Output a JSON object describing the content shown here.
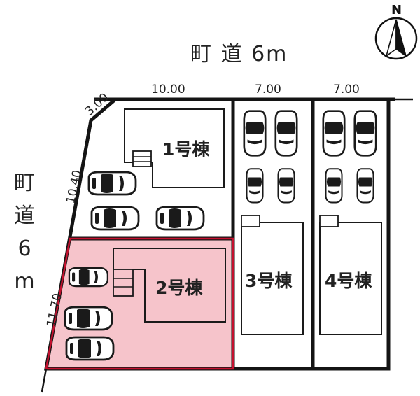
{
  "roads": {
    "top_label": "町 道 6m",
    "left_label": [
      "町",
      "道",
      "6",
      "m"
    ]
  },
  "dimensions": {
    "top": [
      "10.00",
      "7.00",
      "7.00"
    ],
    "diagonal": "3.00",
    "left_upper": "10.40",
    "left_lower": "11.70"
  },
  "buildings": [
    {
      "label": "1号棟"
    },
    {
      "label": "2号棟"
    },
    {
      "label": "3号棟"
    },
    {
      "label": "4号棟"
    }
  ],
  "compass": {
    "letter": "N"
  },
  "colors": {
    "highlight_fill": "#f6c4cb",
    "highlight_border": "#c4102e",
    "outline": "#141414"
  }
}
